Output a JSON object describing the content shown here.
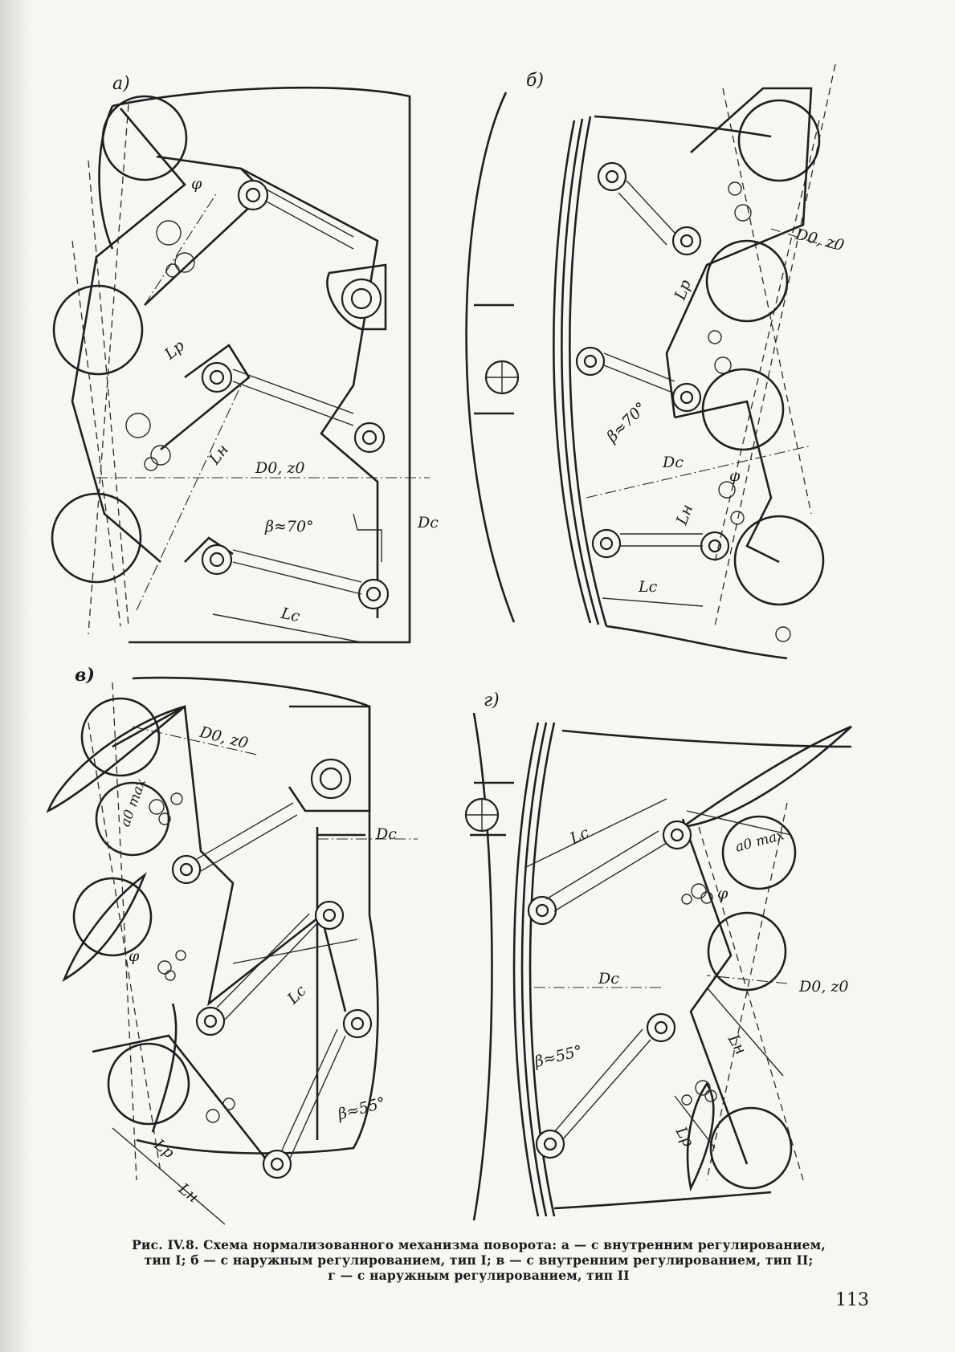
{
  "panels": {
    "a": {
      "label": "а)",
      "dims": [
        "φ",
        "Lр",
        "Lн",
        "D0, z0",
        "β≈70°",
        "Dс",
        "Lс"
      ]
    },
    "b": {
      "label": "б)",
      "dims": [
        "D0, z0",
        "Lр",
        "β≈70°",
        "Dс",
        "φ",
        "Lн",
        "Lс"
      ]
    },
    "v": {
      "label": "в)",
      "dims": [
        "D0, z0",
        "a0 max",
        "Dс",
        "φ",
        "Lс",
        "β≈55°",
        "Lр",
        "Lн"
      ]
    },
    "g": {
      "label": "г)",
      "dims": [
        "Lс",
        "a0 max",
        "φ",
        "Dс",
        "D0, z0",
        "Lн",
        "β≈55°",
        "Lр"
      ]
    }
  },
  "caption": {
    "line1": "Рис. IV.8. Схема нормализованного механизма поворота: а — с внутренним регулированием,",
    "line2": "тип I; б — с наружным регулированием, тип I; в — с внутренним регулированием, тип II;",
    "line3": "г — с наружным регулированием, тип II"
  },
  "page_number": "113"
}
